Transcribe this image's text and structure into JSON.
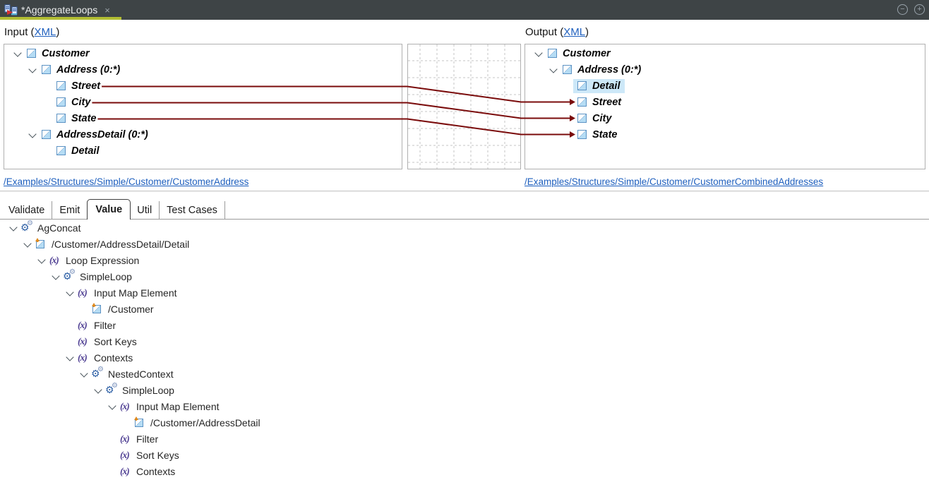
{
  "window": {
    "tab_title": "*AggregateLoops",
    "tab_close_glyph": "×",
    "controls": [
      {
        "name": "minimize",
        "glyph": "−"
      },
      {
        "name": "maximize",
        "glyph": "+"
      }
    ]
  },
  "mapper": {
    "input": {
      "title_prefix": "Input (",
      "xml_link": "XML",
      "title_suffix": ")",
      "path_link": "/Examples/Structures/Simple/Customer/CustomerAddress",
      "tree": [
        {
          "id": "input-customer",
          "label": "Customer",
          "depth": 0,
          "chevron": true
        },
        {
          "id": "input-address",
          "label": "Address (0:*)",
          "depth": 1,
          "chevron": true
        },
        {
          "id": "input-street",
          "label": "Street",
          "depth": 2,
          "chevron": false
        },
        {
          "id": "input-city",
          "label": "City",
          "depth": 2,
          "chevron": false
        },
        {
          "id": "input-state",
          "label": "State",
          "depth": 2,
          "chevron": false
        },
        {
          "id": "input-addressdetail",
          "label": "AddressDetail (0:*)",
          "depth": 1,
          "chevron": true
        },
        {
          "id": "input-detail",
          "label": "Detail",
          "depth": 2,
          "chevron": false
        }
      ]
    },
    "output": {
      "title_prefix": "Output (",
      "xml_link": "XML",
      "title_suffix": ")",
      "path_link": "/Examples/Structures/Simple/Customer/CustomerCombinedAddresses",
      "tree": [
        {
          "id": "output-customer",
          "label": "Customer",
          "depth": 0,
          "chevron": true
        },
        {
          "id": "output-address",
          "label": "Address (0:*)",
          "depth": 1,
          "chevron": true
        },
        {
          "id": "output-detail",
          "label": "Detail",
          "depth": 2,
          "chevron": false,
          "selected": true
        },
        {
          "id": "output-street",
          "label": "Street",
          "depth": 2,
          "chevron": false
        },
        {
          "id": "output-city",
          "label": "City",
          "depth": 2,
          "chevron": false
        },
        {
          "id": "output-state",
          "label": "State",
          "depth": 2,
          "chevron": false
        }
      ]
    },
    "connections": [
      {
        "from": "input-street",
        "to": "output-street"
      },
      {
        "from": "input-city",
        "to": "output-city"
      },
      {
        "from": "input-state",
        "to": "output-state"
      }
    ],
    "line_color": "#7a0b0b",
    "grid_color": "#c6c6c6"
  },
  "bottom": {
    "tabs": [
      {
        "label": "Validate",
        "selected": false
      },
      {
        "label": "Emit",
        "selected": false
      },
      {
        "label": "Value",
        "selected": true
      },
      {
        "label": "Util",
        "selected": false
      },
      {
        "label": "Test Cases",
        "selected": false
      }
    ],
    "tree": [
      {
        "label": "AgConcat",
        "icon": "gears",
        "depth": 0,
        "chevron": true
      },
      {
        "label": "/Customer/AddressDetail/Detail",
        "icon": "map",
        "depth": 1,
        "chevron": true
      },
      {
        "label": "Loop Expression",
        "icon": "expr",
        "depth": 2,
        "chevron": true
      },
      {
        "label": "SimpleLoop",
        "icon": "gears",
        "depth": 3,
        "chevron": true
      },
      {
        "label": "Input Map Element",
        "icon": "expr",
        "depth": 4,
        "chevron": true
      },
      {
        "label": "/Customer",
        "icon": "map",
        "depth": 5,
        "chevron": false
      },
      {
        "label": "Filter",
        "icon": "expr",
        "depth": 4,
        "chevron": false
      },
      {
        "label": "Sort Keys",
        "icon": "expr",
        "depth": 4,
        "chevron": false
      },
      {
        "label": "Contexts",
        "icon": "expr",
        "depth": 4,
        "chevron": true
      },
      {
        "label": "NestedContext",
        "icon": "gears",
        "depth": 5,
        "chevron": true
      },
      {
        "label": "SimpleLoop",
        "icon": "gears",
        "depth": 6,
        "chevron": true
      },
      {
        "label": "Input Map Element",
        "icon": "expr",
        "depth": 7,
        "chevron": true
      },
      {
        "label": "/Customer/AddressDetail",
        "icon": "map",
        "depth": 8,
        "chevron": false
      },
      {
        "label": "Filter",
        "icon": "expr",
        "depth": 7,
        "chevron": false
      },
      {
        "label": "Sort Keys",
        "icon": "expr",
        "depth": 7,
        "chevron": false
      },
      {
        "label": "Contexts",
        "icon": "expr",
        "depth": 7,
        "chevron": false
      }
    ]
  }
}
